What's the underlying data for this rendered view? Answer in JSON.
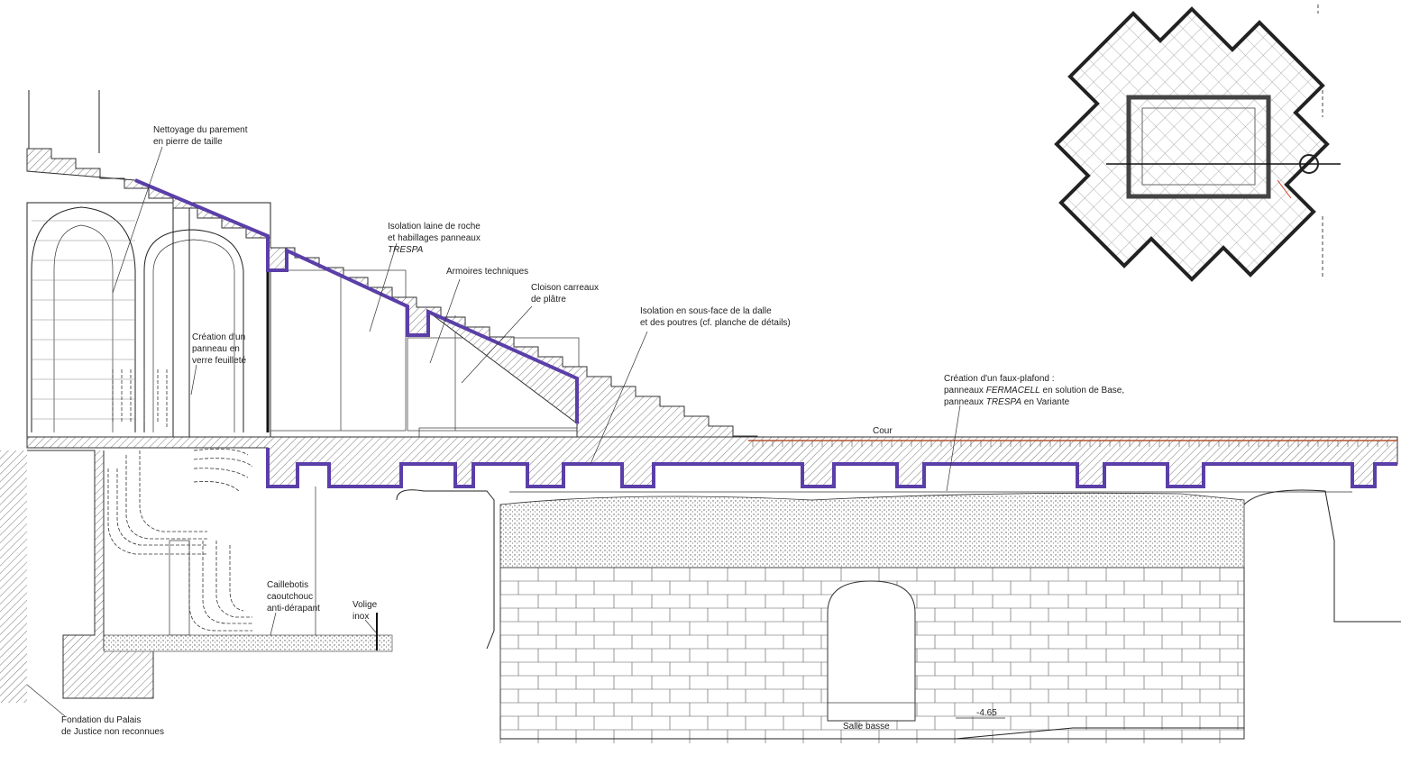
{
  "colors": {
    "insulation": "#5b3fa8",
    "line": "#222222",
    "tile": "#b5522f",
    "plan_red": "#d04020"
  },
  "labels": {
    "parement": [
      "Nettoyage du parement",
      "en pierre de taille"
    ],
    "laine": [
      "Isolation laine de roche",
      "et habillages panneaux",
      "TRESPA"
    ],
    "armoires": "Armoires techniques",
    "cloison": [
      "Cloison carreaux",
      "de plâtre"
    ],
    "sous_face": [
      "Isolation en sous-face de la dalle",
      "et des poutres  (cf. planche de détails)"
    ],
    "verre": [
      "Création d'un",
      "panneau en",
      "verre feuilleté"
    ],
    "faux_plafond": {
      "line1": "Création d'un faux-plafond :",
      "l2a": "panneaux ",
      "l2b": "FERMACELL",
      "l2c": " en solution de Base,",
      "l3a": "panneaux ",
      "l3b": "TRESPA",
      "l3c": " en Variante"
    },
    "cour": "Cour",
    "caillebotis": [
      "Caillebotis",
      "caoutchouc",
      "anti-dérapant"
    ],
    "volige": [
      "Volige",
      "inox"
    ],
    "fondation": [
      "Fondation du Palais",
      "de Justice non reconnues"
    ],
    "salle_basse": "Salle basse",
    "level": "-4.65"
  }
}
